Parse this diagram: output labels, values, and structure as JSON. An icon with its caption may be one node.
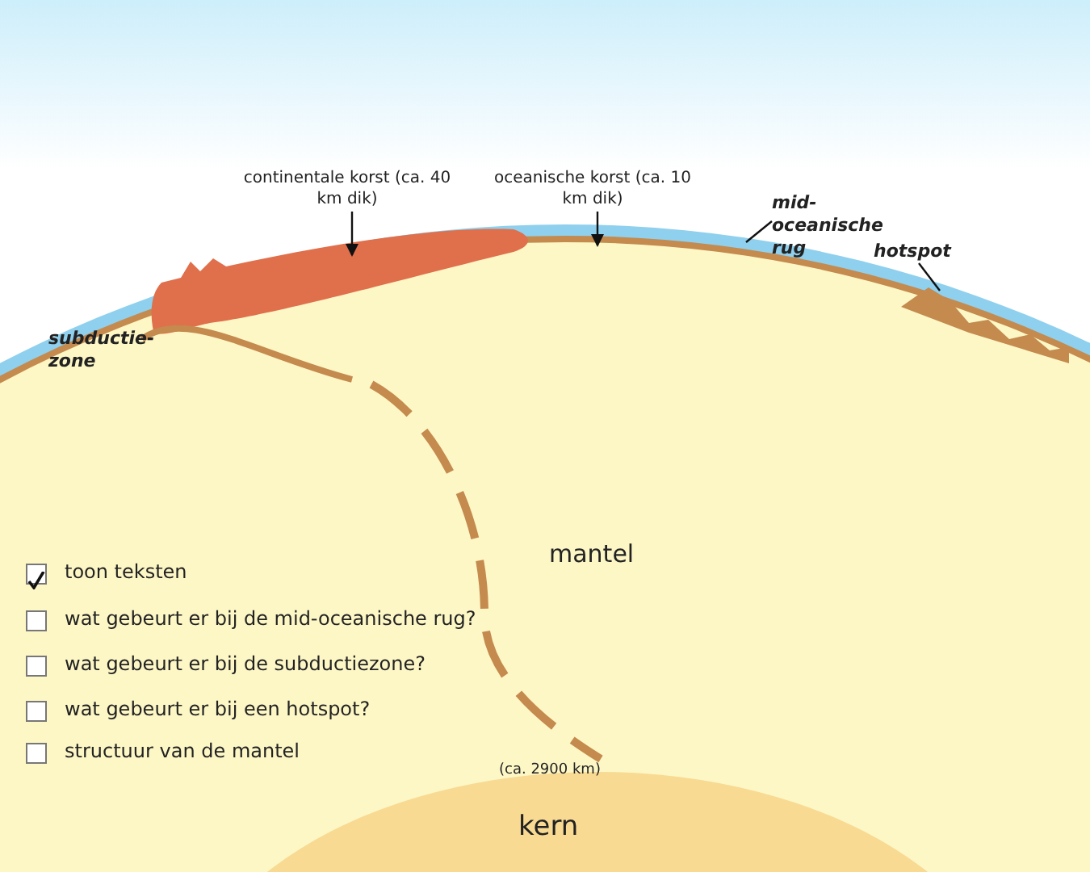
{
  "diagram": {
    "nodes": [
      {
        "text": [
          "continentale korst (ca. 40 km dik)"
        ]
      },
      {
        "text": [
          "oceanische korst (ca. 10 km dik)"
        ]
      },
      {
        "text": [
          "mid-oceanische rug"
        ]
      },
      {
        "text": [
          "hotspot"
        ]
      }
    ],
    "edges": [
      {
        "from": 0,
        "to": null,
        "arrow": "to"
      },
      {
        "from": 1,
        "to": null,
        "arrow": "to"
      },
      {
        "from": 2,
        "to": null,
        "arrow": "none"
      },
      {
        "from": 3,
        "to": null,
        "arrow": "none"
      }
    ],
    "labels": [
      "subductie-zone",
      "mantel",
      "(ca. 2900 km)",
      "kern",
      "toon teksten",
      "wat gebeurt er bij de mid-oceanische rug?",
      "wat gebeurt er bij de subductiezone?",
      "wat gebeurt er bij een hotspot?",
      "structuur van de mantel"
    ]
  }
}
